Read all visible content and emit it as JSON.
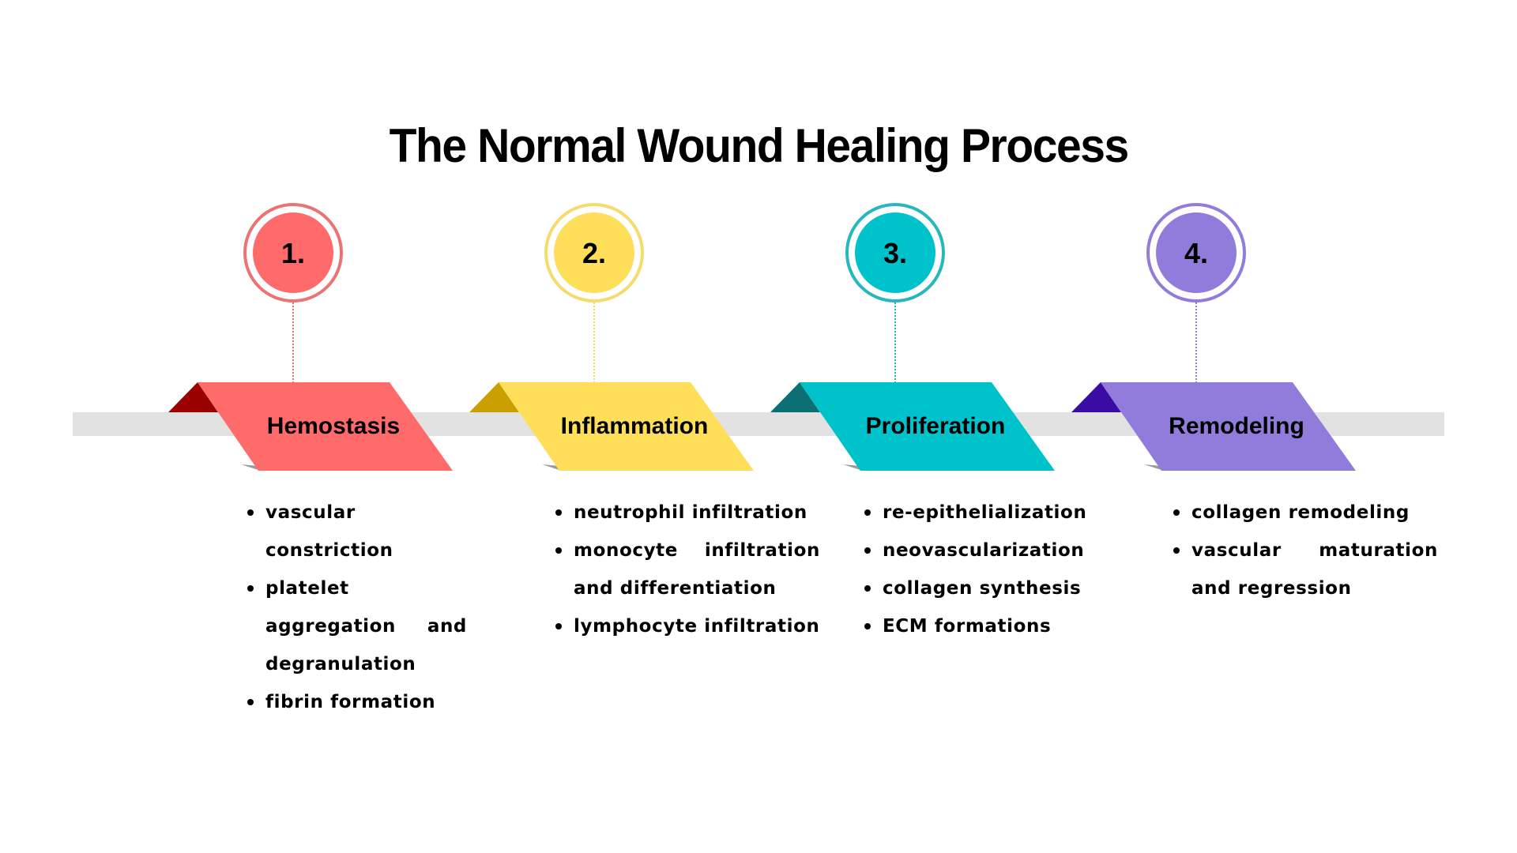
{
  "title": "The Normal Wound Healing Process",
  "timeline": {
    "bar_color": "#E2E2E2",
    "phases": [
      {
        "number": "1.",
        "label": "Hemostasis",
        "color": "#FF6B6B",
        "dark_color": "#9B0000",
        "ring_color": "#EA7373",
        "bullets": [
          "vascular constriction",
          "platelet aggregation and degranulation",
          "fibrin formation"
        ]
      },
      {
        "number": "2.",
        "label": "Inflammation",
        "color": "#FFDE59",
        "dark_color": "#C9A000",
        "ring_color": "#F5DC6A",
        "bullets": [
          "neutrophil infiltration",
          "monocyte infiltration and differentiation",
          "lymphocyte infiltration"
        ]
      },
      {
        "number": "3.",
        "label": "Proliferation",
        "color": "#00C2CB",
        "dark_color": "#0B6F74",
        "ring_color": "#27B7BE",
        "bullets": [
          "re-epithelialization",
          "neovascularization",
          "collagen synthesis",
          "ECM formations"
        ]
      },
      {
        "number": "4.",
        "label": "Remodeling",
        "color": "#927CDB",
        "dark_color": "#3A0CA3",
        "ring_color": "#927CDB",
        "bullets": [
          "collagen remodeling",
          "vascular maturation and regression"
        ]
      }
    ]
  }
}
